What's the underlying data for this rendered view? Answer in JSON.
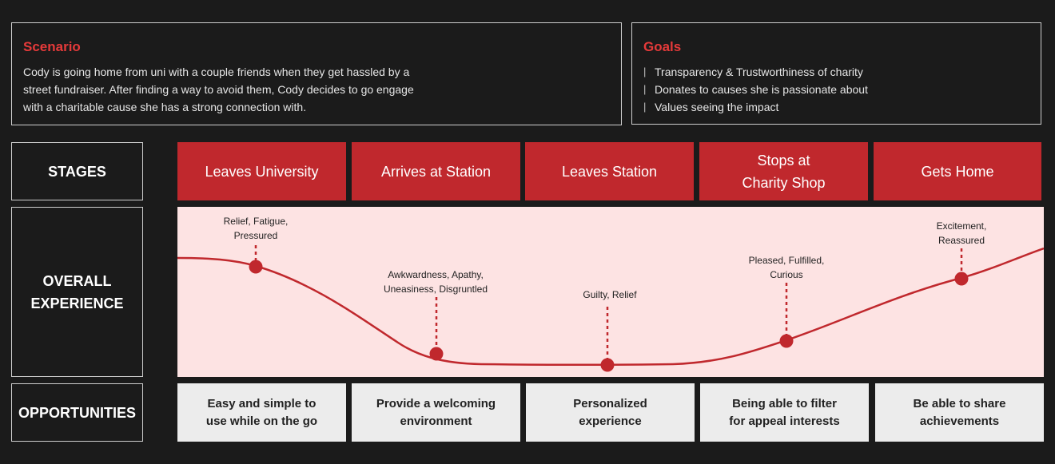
{
  "scenario": {
    "title": "Scenario",
    "text": "Cody is going home from uni with a couple friends when they get hassled by a street fundraiser. After finding a way to avoid them, Cody decides to go engage with a charitable cause she has a strong connection with."
  },
  "goals": {
    "title": "Goals",
    "items": [
      "Transparency & Trustworthiness of charity",
      "Donates to causes she is passionate about",
      "Values seeing the impact"
    ]
  },
  "rows": {
    "stages": "STAGES",
    "experience": "OVERALL\nEXPERIENCE",
    "opportunities": "OPPORTUNITIES"
  },
  "stages": [
    "Leaves University",
    "Arrives at Station",
    "Leaves Station",
    "Stops at\nCharity Shop",
    "Gets Home"
  ],
  "emotions": [
    "Relief, Fatigue,\nPressured",
    "Awkwardness, Apathy,\nUneasiness, Disgruntled",
    "Guilty, Relief",
    "Pleased, Fulfilled,\nCurious",
    "Excitement,\nReassured"
  ],
  "opportunities": [
    "Easy and simple to\nuse while on the go",
    "Provide a welcoming\nenvironment",
    "Personalized\nexperience",
    "Being able to filter\nfor appeal interests",
    "Be able to share\nachievements"
  ],
  "colors": {
    "accent_red": "#c0282d",
    "title_red": "#e53a3a",
    "experience_bg": "#fde3e3",
    "opportunity_bg": "#ececec",
    "background": "#1b1b1b"
  }
}
